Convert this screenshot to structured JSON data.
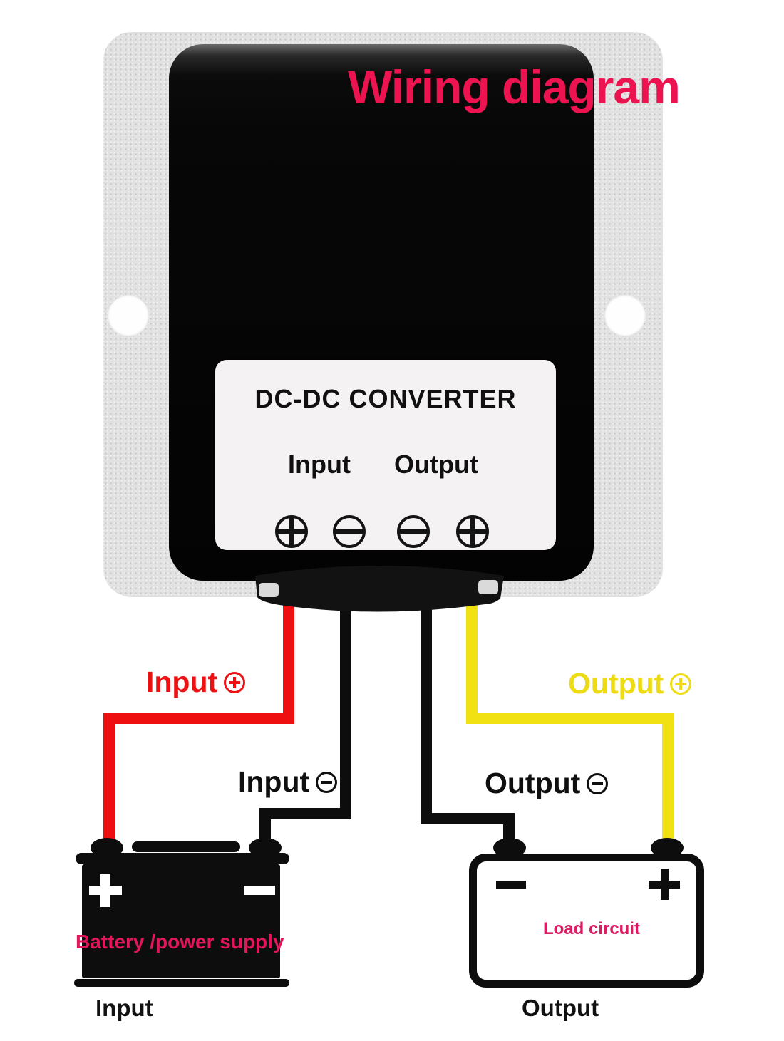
{
  "title": {
    "text": "Wiring diagram",
    "color": "#EC1350"
  },
  "device": {
    "name": "DC-DC CONVERTER",
    "io": {
      "input": "Input",
      "output": "Output"
    },
    "terminal_icons": [
      "circled-plus-screw",
      "circled-minus-screw",
      "circled-minus-screw",
      "circled-plus-screw"
    ]
  },
  "wire_labels": {
    "input_plus": {
      "text": "Input",
      "sign": "circled-plus"
    },
    "input_minus": {
      "text": "Input",
      "sign": "circled-minus"
    },
    "output_plus": {
      "text": "Output",
      "sign": "circled-plus"
    },
    "output_minus": {
      "text": "Output",
      "sign": "circled-minus"
    }
  },
  "battery": {
    "label": "Battery /power supply",
    "caption": "Input"
  },
  "load": {
    "label": "Load circuit",
    "caption": "Output"
  },
  "colors": {
    "wire_input_positive": "#EE1010",
    "wire_input_negative": "#0D0D0D",
    "wire_output_positive": "#F1E112",
    "wire_output_negative": "#0D0D0D",
    "title_pink": "#EC1350",
    "battery_label_pink": "#E2175B",
    "load_label_pink": "#DD1A62",
    "output_plus_label_yellow": "#EDDC15",
    "plate_silver": "#E1E1E1",
    "device_black": "#070707"
  }
}
